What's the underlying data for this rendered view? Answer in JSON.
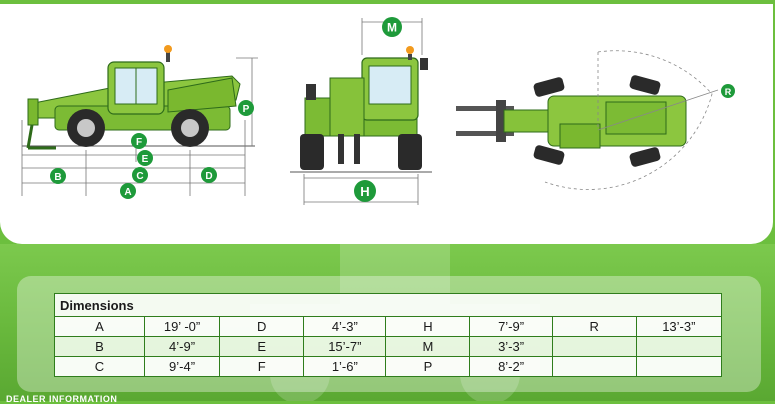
{
  "diagram": {
    "callouts": [
      "M",
      "P",
      "F",
      "E",
      "B",
      "C",
      "D",
      "A",
      "H",
      "R"
    ]
  },
  "dimensions": {
    "title": "Dimensions",
    "rows": [
      [
        "A",
        "19’ -0”",
        "D",
        "4’-3”",
        "H",
        "7’-9”",
        "R",
        "13’-3”"
      ],
      [
        "B",
        "4’-9”",
        "E",
        "15’-7”",
        "M",
        "3’-3”",
        "",
        ""
      ],
      [
        "C",
        "9’-4”",
        "F",
        "1’-6”",
        "P",
        "8’-2”",
        "",
        ""
      ]
    ]
  },
  "footer": {
    "text": "DEALER INFORMATION"
  },
  "colors": {
    "brand_green": "#6cbf3e",
    "machine_green": "#8cc63f",
    "callout_green": "#1e9a3a"
  }
}
